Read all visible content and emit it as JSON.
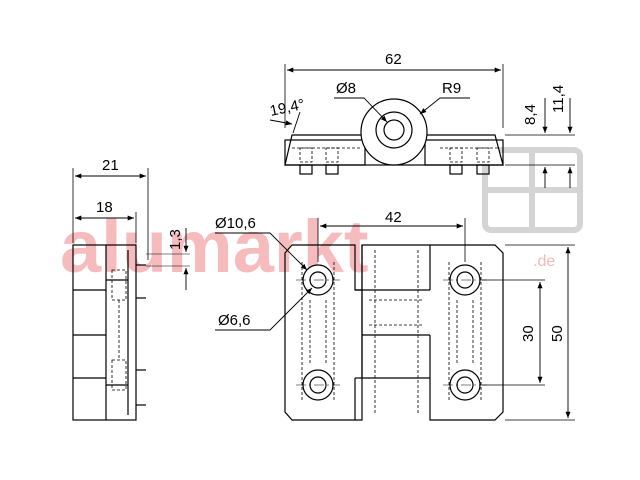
{
  "watermark": {
    "brand": "alumarkt",
    "tld": ".de",
    "color": "#f4a6a8"
  },
  "dimensions": {
    "top_width": "62",
    "top_hole_dia": "Ø8",
    "top_radius": "R9",
    "top_angle": "19,4°",
    "top_height_small": "8,4",
    "top_height_large": "11,4",
    "side_width_outer": "21",
    "side_width_inner": "18",
    "side_offset": "1,3",
    "front_hole_spacing_h": "42",
    "front_counterbore_dia": "Ø10,6",
    "front_hole_dia": "Ø6,6",
    "front_hole_spacing_v": "30",
    "front_height": "50"
  },
  "colors": {
    "line": "#000000",
    "hidden": "#333333",
    "background": "#ffffff"
  }
}
